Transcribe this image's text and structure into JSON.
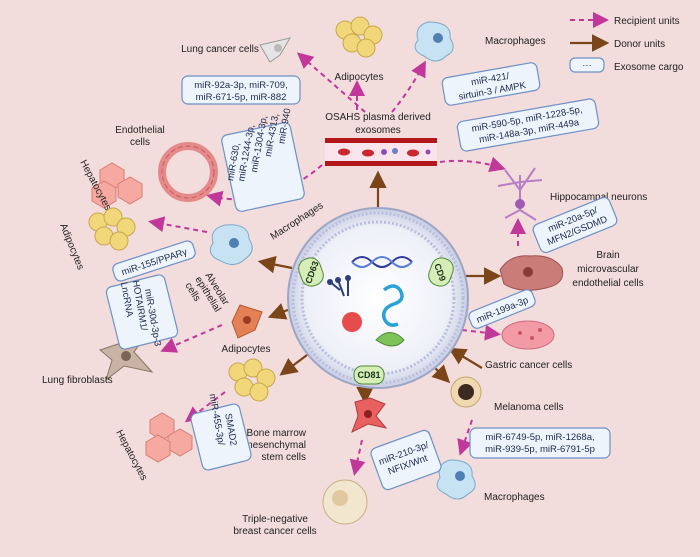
{
  "legend": {
    "recipient": "Recipient units",
    "donor": "Donor units",
    "cargo": "Exosome cargo",
    "cargo_symbol": "···"
  },
  "colors": {
    "background": "#f3dcdc",
    "recipient_arrow": "#c1379a",
    "donor_arrow": "#7a4519",
    "cargo_box_fill": "#eef4fb",
    "cargo_box_stroke": "#6f90c6",
    "marker_fill": "#d7edb8"
  },
  "center": {
    "source_label_line1": "OSAHS plasma derived",
    "source_label_line2": "exosomes",
    "markers": [
      "CD63",
      "CD9",
      "CD81"
    ]
  },
  "labels": {
    "lung_cancer": "Lung cancer cells",
    "adipocytes_top": "Adipocytes",
    "macrophages_top": "Macrophages",
    "endothelial_1": "Endothelial",
    "endothelial_2": "cells",
    "hepatocytes_left": "Hepatocytes",
    "adipocytes_left": "Adipocytes",
    "macrophages_mid": "Macrophages",
    "alveolar_1": "Alveolar",
    "alveolar_2": "epithelial",
    "alveolar_3": "cells",
    "lung_fibroblasts": "Lung fibroblasts",
    "adipocytes_lower": "Adipocytes",
    "hepatocytes_lower": "Hepatocytes",
    "bone_1": "Bone marrow",
    "bone_2": "mesenchymal",
    "bone_3": "stem cells",
    "tnbc_1": "Triple-negative",
    "tnbc_2": "breast cancer cells",
    "hippocampal": "Hippocampal neurons",
    "brain_1": "Brain",
    "brain_2": "microvascular",
    "brain_3": "endothelial cells",
    "gastric": "Gastric cancer cells",
    "melanoma": "Melanoma cells",
    "macrophages_bottom": "Macrophages"
  },
  "cargo": {
    "lung_cancer_1": "miR-92a-3p, miR-709,",
    "lung_cancer_2": "miR-671-5p, miR-882",
    "macrophages_top_1": "miR-421/",
    "macrophages_top_2": "sirtuin-3 / AMPK",
    "hippocampal_1": "miR-590-5p, miR-1228-5p,",
    "hippocampal_2": "miR-148a-3p, miR-449a",
    "endothelial_1": "miR-630,",
    "endothelial_2": "miR-1244-3p,",
    "endothelial_3": "miR-1304-3p,",
    "endothelial_4": "miR-4313,",
    "endothelial_5": "miR-940",
    "adipocytes_left": "miR-155/PPARγ",
    "lung_fibroblasts_1": "LncRNA",
    "lung_fibroblasts_2": "HOTAIRM1/",
    "lung_fibroblasts_3": "miR-30d-3p-3",
    "brain_1": "miR-20a-5p/",
    "brain_2": "MFN2/GSDMD",
    "gastric": "miR-199a-3p",
    "hepatocytes_lower_1": "miR-455-3p/",
    "hepatocytes_lower_2": "SMAD2",
    "tnbc_1": "miR-210-3p/",
    "tnbc_2": "NFIX/Wnt",
    "macrophages_bottom_1": "miR-6749-5p, miR-1268a,",
    "macrophages_bottom_2": "miR-939-5p, miR-6791-5p"
  }
}
